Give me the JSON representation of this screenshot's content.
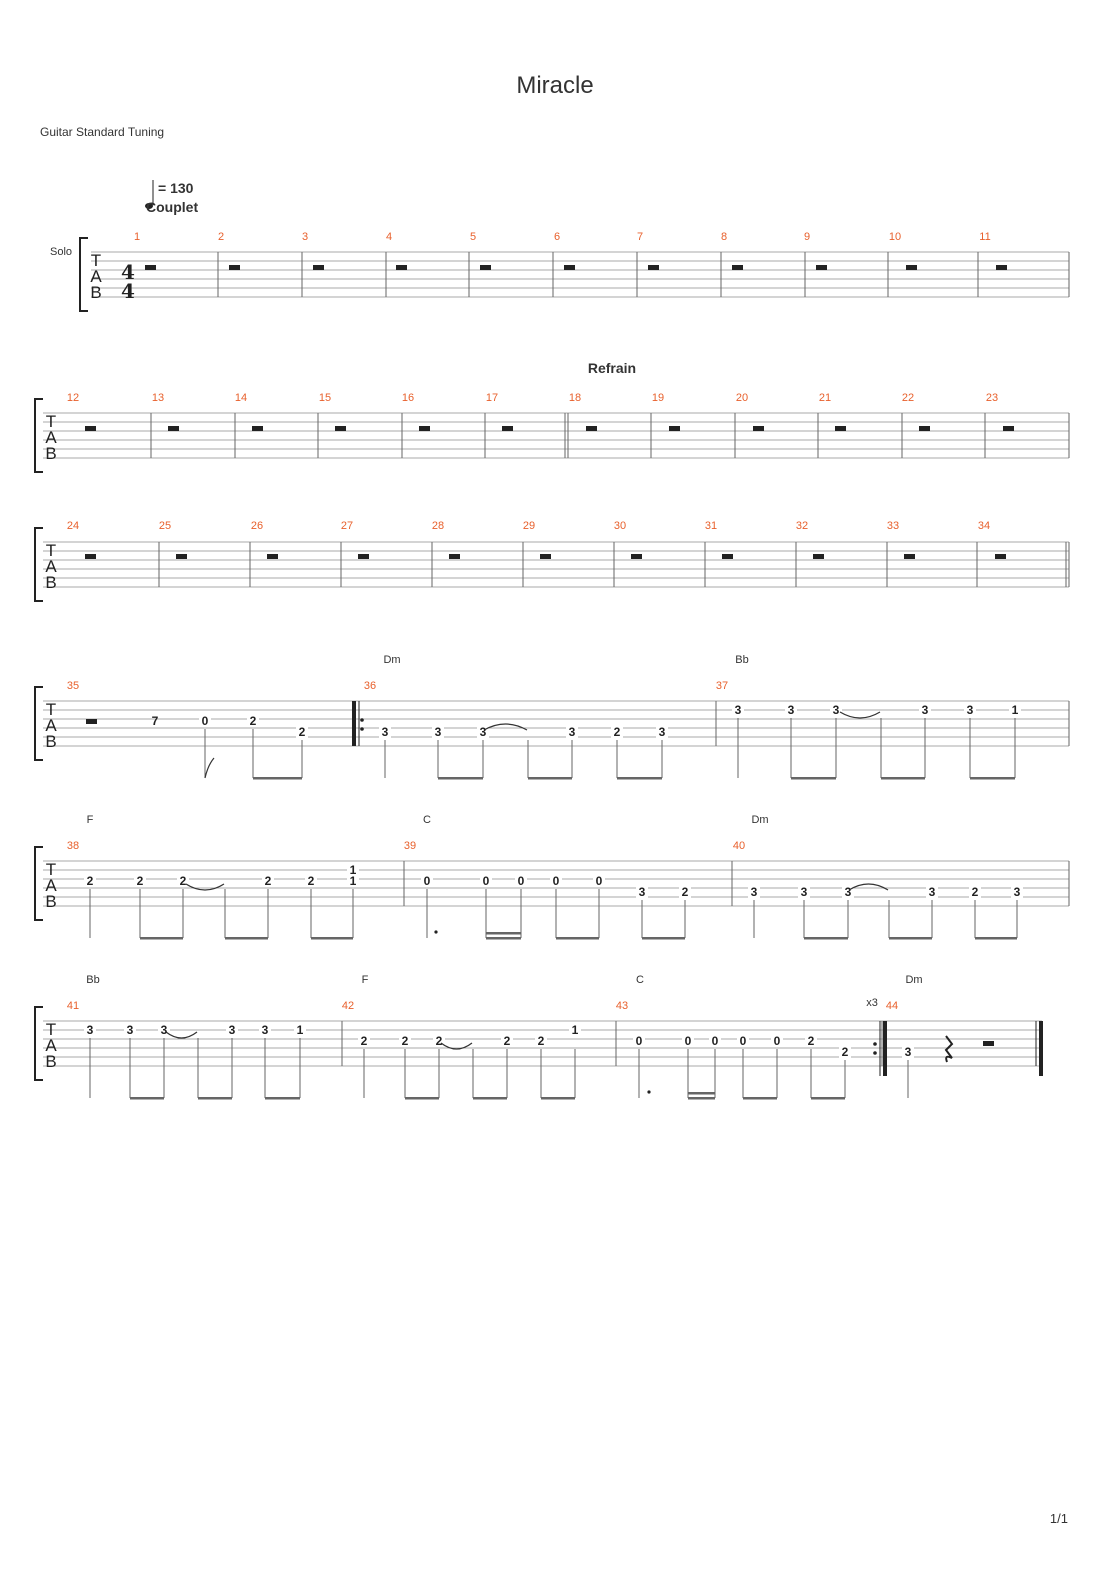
{
  "title": "Miracle",
  "tuning": "Guitar Standard Tuning",
  "page": "1/1",
  "tempo": "= 130",
  "sections": [
    "Couplet",
    "Refrain"
  ],
  "instrument": "Solo",
  "tab_label": [
    "T",
    "A",
    "B"
  ],
  "time_signature": [
    "4",
    "4"
  ],
  "repeat": "x3",
  "chords": [
    "Dm",
    "Bb",
    "F",
    "C",
    "Dm",
    "Bb",
    "F",
    "C",
    "Dm"
  ],
  "frets": {
    "m35": [
      "0",
      "2",
      "2"
    ],
    "m36": [
      "3",
      "3",
      "3",
      "3",
      "2",
      "3"
    ],
    "m37": [
      "3",
      "3",
      "3",
      "3",
      "3",
      "1"
    ],
    "m38": [
      "2",
      "2",
      "2",
      "2",
      "2",
      "1"
    ],
    "m39": [
      "0",
      "0",
      "0",
      "0",
      "0",
      "3",
      "2"
    ],
    "m40": [
      "3",
      "3",
      "3",
      "3",
      "2",
      "3"
    ],
    "m41": [
      "3",
      "3",
      "3",
      "3",
      "3",
      "1"
    ],
    "m42": [
      "2",
      "2",
      "2",
      "2",
      "2",
      "1"
    ],
    "m43": [
      "0",
      "0",
      "0",
      "0",
      "0",
      "2",
      "2"
    ],
    "m44": [
      "3"
    ]
  },
  "measure_numbers": [
    "1",
    "2",
    "3",
    "4",
    "5",
    "6",
    "7",
    "8",
    "9",
    "10",
    "11",
    "12",
    "13",
    "14",
    "15",
    "16",
    "17",
    "18",
    "19",
    "20",
    "21",
    "22",
    "23",
    "24",
    "25",
    "26",
    "27",
    "28",
    "29",
    "30",
    "31",
    "32",
    "33",
    "34",
    "35",
    "36",
    "37",
    "38",
    "39",
    "40",
    "41",
    "42",
    "43",
    "44"
  ]
}
